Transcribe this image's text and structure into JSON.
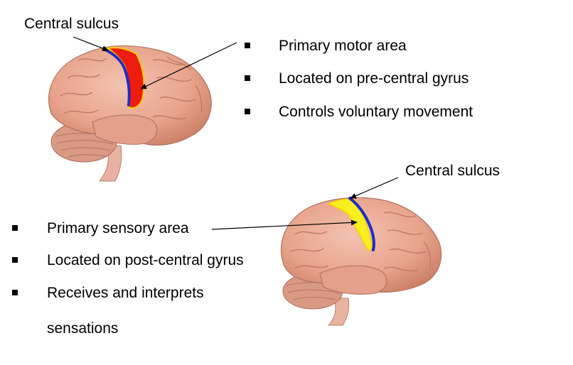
{
  "top": {
    "sulcus_label": "Central sulcus",
    "bullets": [
      "Primary motor area",
      "Located on pre-central gyrus",
      "Controls voluntary movement"
    ],
    "highlight_color": "#ee1c0c",
    "sulcus_color": "#1e2cc8"
  },
  "bottom": {
    "sulcus_label": "Central sulcus",
    "bullets": [
      "Primary sensory area",
      "Located on post-central gyrus",
      "Receives and interprets",
      "sensations"
    ],
    "highlight_color": "#f7f020",
    "sulcus_color": "#1e2cc8"
  },
  "colors": {
    "brain_fill": "#eaa892",
    "brain_shade": "#c9775f",
    "cerebellum": "#d99a85",
    "stem": "#e7b3a0",
    "line": "#000000"
  }
}
